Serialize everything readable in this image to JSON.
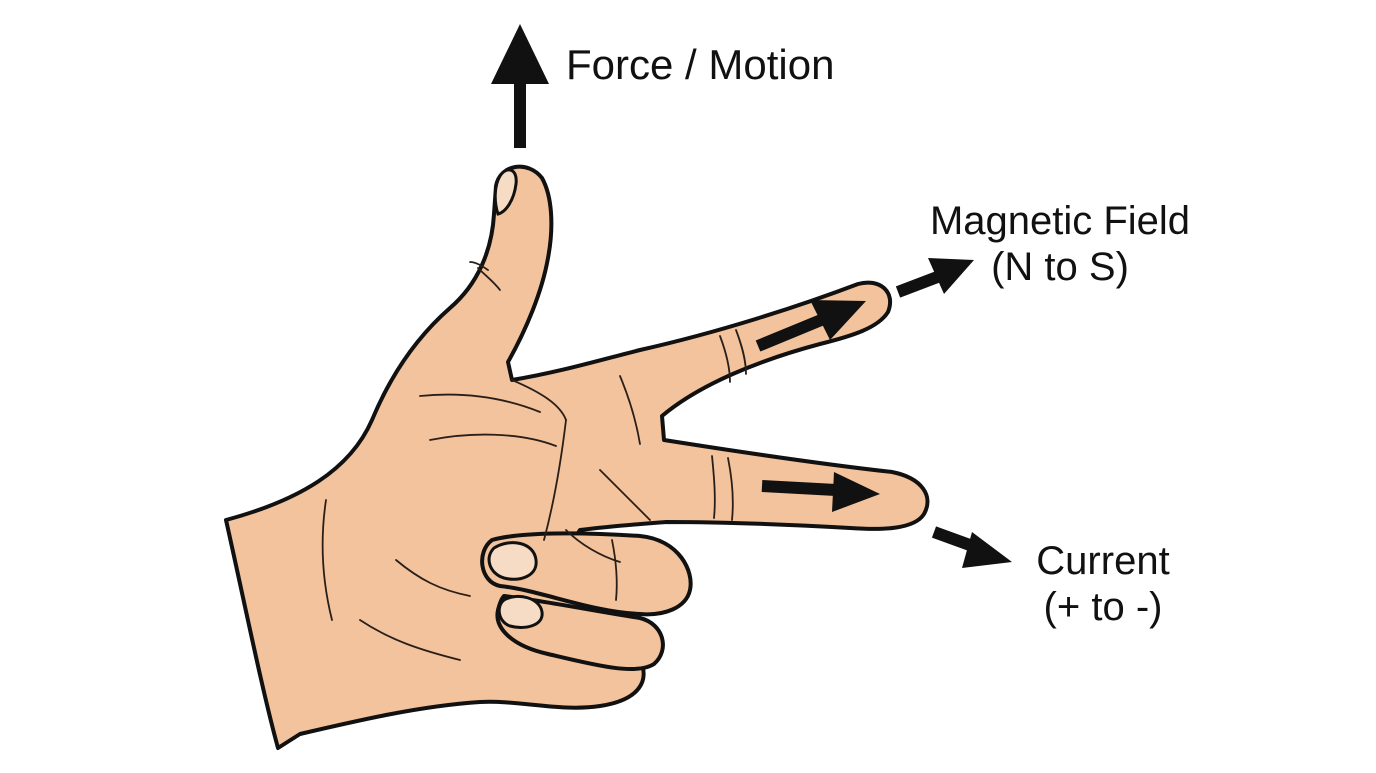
{
  "labels": {
    "force": "Force / Motion",
    "field_line1": "Magnetic Field",
    "field_line2": "(N to S)",
    "current_line1": "Current",
    "current_line2": "(+ to -)"
  },
  "colors": {
    "skin": "#f2c39c",
    "outline": "#111111",
    "nail": "#f6dcc5",
    "background": "#ffffff"
  }
}
